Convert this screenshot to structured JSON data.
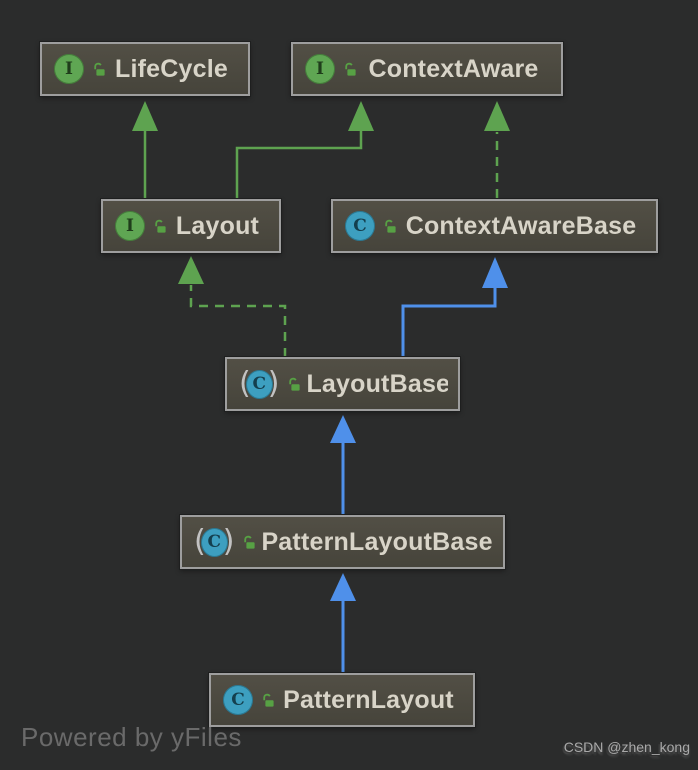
{
  "diagram": {
    "title": "UML class inheritance diagram (logback Layout hierarchy)",
    "nodes": [
      {
        "id": "lifecycle",
        "label": "LifeCycle",
        "kind": "interface",
        "type_icon": "interface-icon",
        "modifier_icon": "unlocked-icon"
      },
      {
        "id": "contextaware",
        "label": "ContextAware",
        "kind": "interface",
        "type_icon": "interface-icon",
        "modifier_icon": "unlocked-icon"
      },
      {
        "id": "layout",
        "label": "Layout",
        "kind": "interface",
        "type_icon": "interface-icon",
        "modifier_icon": "unlocked-icon"
      },
      {
        "id": "contextawarebase",
        "label": "ContextAwareBase",
        "kind": "class",
        "type_icon": "class-icon",
        "modifier_icon": "unlocked-icon"
      },
      {
        "id": "layoutbase",
        "label": "LayoutBase",
        "kind": "abstract-class",
        "type_icon": "abstract-class-icon",
        "modifier_icon": "unlocked-icon"
      },
      {
        "id": "patternlayoutbase",
        "label": "PatternLayoutBase",
        "kind": "abstract-class",
        "type_icon": "abstract-class-icon",
        "modifier_icon": "unlocked-icon"
      },
      {
        "id": "patternlayout",
        "label": "PatternLayout",
        "kind": "class",
        "type_icon": "class-icon",
        "modifier_icon": "unlocked-icon"
      }
    ],
    "edges": [
      {
        "from": "Layout",
        "to": "LifeCycle",
        "relation": "extends",
        "style": "solid",
        "color": "#5ea350"
      },
      {
        "from": "Layout",
        "to": "ContextAware",
        "relation": "extends",
        "style": "solid",
        "color": "#5ea350"
      },
      {
        "from": "ContextAwareBase",
        "to": "ContextAware",
        "relation": "implements",
        "style": "dashed",
        "color": "#5ea350"
      },
      {
        "from": "LayoutBase",
        "to": "Layout",
        "relation": "implements",
        "style": "dashed",
        "color": "#5ea350"
      },
      {
        "from": "LayoutBase",
        "to": "ContextAwareBase",
        "relation": "extends",
        "style": "solid",
        "color": "#4f90ea"
      },
      {
        "from": "PatternLayoutBase",
        "to": "LayoutBase",
        "relation": "extends",
        "style": "solid",
        "color": "#4f90ea"
      },
      {
        "from": "PatternLayout",
        "to": "PatternLayoutBase",
        "relation": "extends",
        "style": "solid",
        "color": "#4f90ea"
      }
    ],
    "icons": {
      "interface_letter": "I",
      "class_letter": "C",
      "abstract_paren_open": "(",
      "abstract_paren_close": ")"
    },
    "colors": {
      "background": "#2b2c2c",
      "node_fill": "#4b4840",
      "node_border": "#9e9e9e",
      "node_text": "#d8d4c8",
      "interface_icon": "#5fa653",
      "class_icon": "#3d9fc0",
      "lock_icon": "#57a144",
      "edge_green": "#5ea350",
      "edge_blue": "#4f90ea"
    }
  },
  "footer": {
    "powered_by": "Powered by yFiles",
    "watermark": "CSDN @zhen_kong"
  }
}
